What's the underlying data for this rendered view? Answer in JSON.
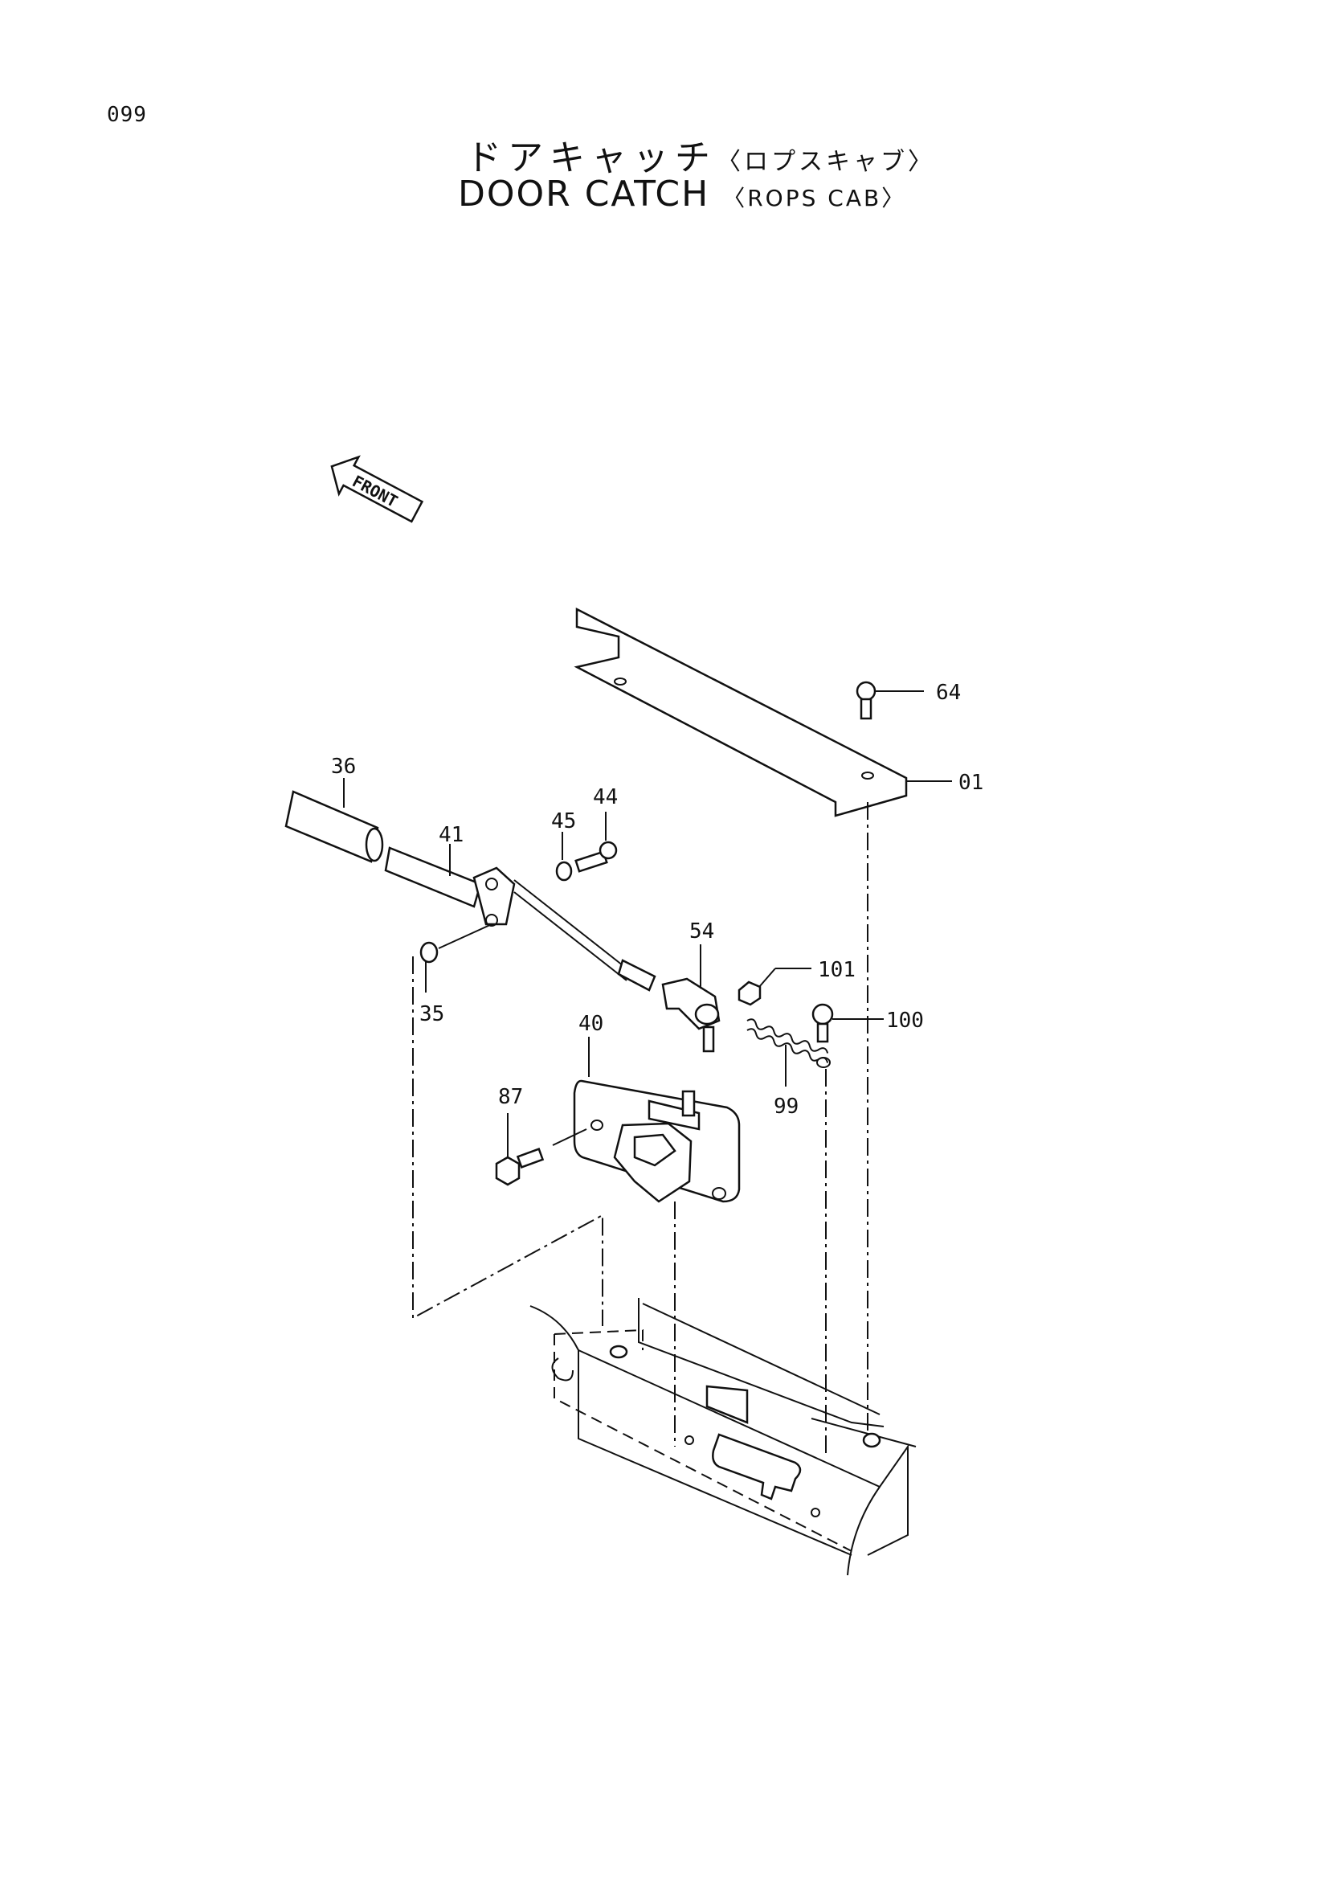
{
  "page_number": "099",
  "title": {
    "japanese": "ドアキャッチ",
    "japanese_sub": "〈ロプスキャブ〉",
    "english": "DOOR CATCH",
    "english_sub": "〈ROPS CAB〉"
  },
  "front_marker": "FRONT",
  "callouts": [
    "64",
    "01",
    "36",
    "44",
    "45",
    "41",
    "54",
    "101",
    "100",
    "35",
    "40",
    "99",
    "87"
  ]
}
